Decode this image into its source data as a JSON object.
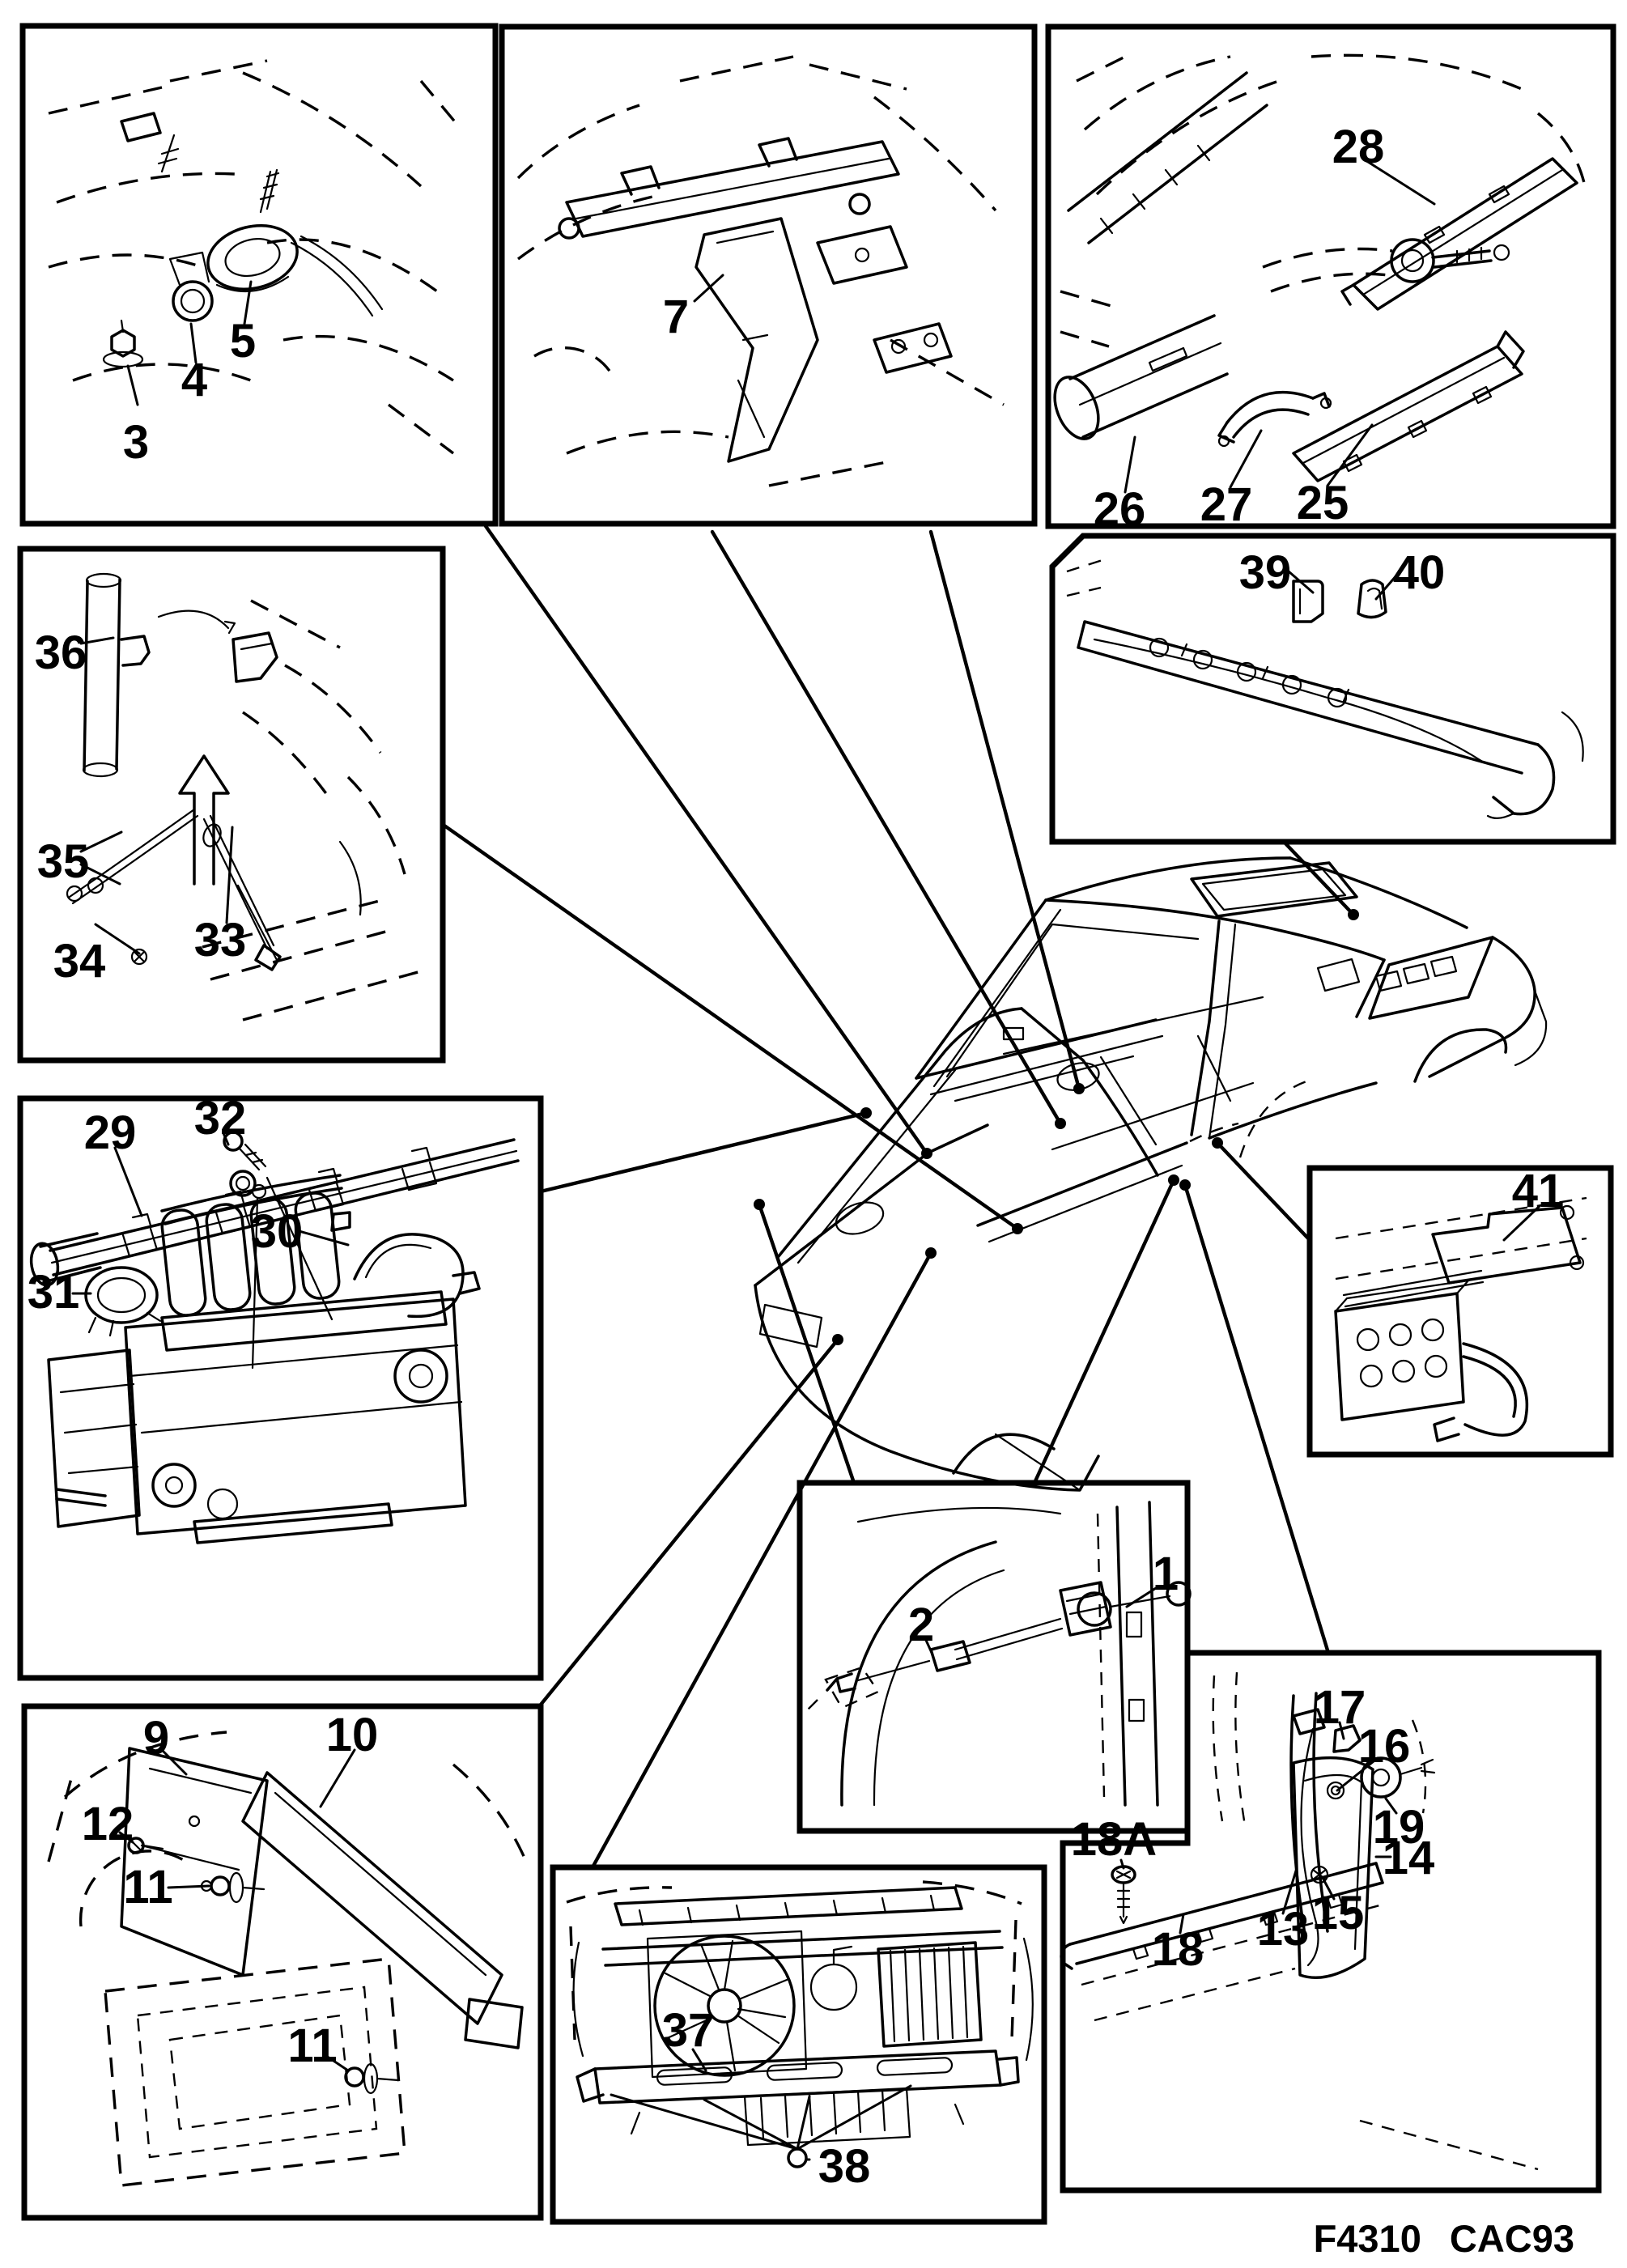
{
  "figure": {
    "code": "F4310 CAC93"
  },
  "labels": {
    "n1": "1",
    "n2": "2",
    "n3": "3",
    "n4": "4",
    "n5": "5",
    "n7": "7",
    "n9": "9",
    "n10": "10",
    "n11a": "11",
    "n11b": "11",
    "n12": "12",
    "n13": "13",
    "n14": "14",
    "n15": "15",
    "n16": "16",
    "n17": "17",
    "n18": "18",
    "n18a": "18A",
    "n19": "19",
    "n25": "25",
    "n26": "26",
    "n27": "27",
    "n28": "28",
    "n29": "29",
    "n30": "30",
    "n31": "31",
    "n32": "32",
    "n33": "33",
    "n34": "34",
    "n35": "35",
    "n36": "36",
    "n37": "37",
    "n38": "38",
    "n39": "39",
    "n40": "40",
    "n41": "41"
  },
  "panels": [
    {
      "id": "firewall-grommets",
      "callouts": [
        "3",
        "4",
        "5"
      ]
    },
    {
      "id": "console-bracket",
      "callouts": [
        "7"
      ]
    },
    {
      "id": "bulkhead-insulators",
      "callouts": [
        "25",
        "26",
        "27",
        "28"
      ]
    },
    {
      "id": "roof-rail-clips",
      "callouts": [
        "39",
        "40"
      ]
    },
    {
      "id": "pillar-tube-cable",
      "callouts": [
        "33",
        "34",
        "35",
        "36"
      ]
    },
    {
      "id": "engine-fuel-rail",
      "callouts": [
        "29",
        "30",
        "31",
        "32"
      ]
    },
    {
      "id": "rear-shelf-insulation",
      "callouts": [
        "41"
      ]
    },
    {
      "id": "door-lock-cable",
      "callouts": [
        "1",
        "2"
      ]
    },
    {
      "id": "cowl-side-trim",
      "callouts": [
        "9",
        "10",
        "11",
        "12",
        "11"
      ]
    },
    {
      "id": "front-end-assembly",
      "callouts": [
        "37",
        "38"
      ]
    },
    {
      "id": "sill-door-trim",
      "callouts": [
        "13",
        "14",
        "15",
        "16",
        "17",
        "18",
        "18A",
        "19"
      ]
    }
  ]
}
